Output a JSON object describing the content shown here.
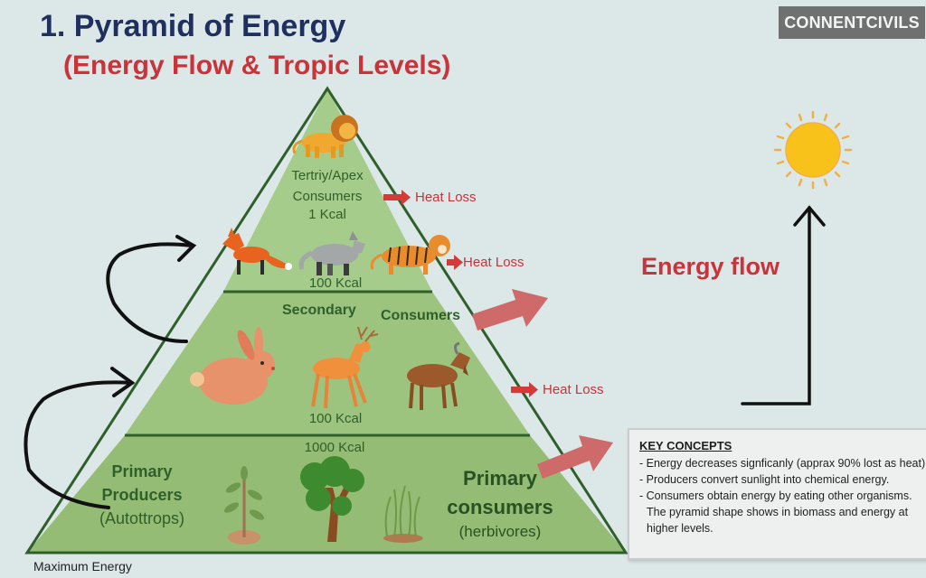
{
  "header": {
    "title": "1. Pyramid of Energy",
    "subtitle": "(Energy Flow & Tropic Levels)",
    "brand": "CONNENTCIVILS"
  },
  "pyramid": {
    "levels": [
      {
        "id": "tertiary",
        "label_lines": [
          "Tertriy/Apex",
          "Consumers"
        ],
        "energy": "1 Kcal",
        "organisms": [
          "lion"
        ]
      },
      {
        "id": "upper-secondary",
        "energy": "100 Kcal",
        "organisms": [
          "fox",
          "wolf",
          "tiger"
        ]
      },
      {
        "id": "secondary",
        "label_left": "Secondary",
        "label_right": "Consumers",
        "energy": "100 Kcal",
        "organisms": [
          "rabbit",
          "deer",
          "goat"
        ]
      },
      {
        "id": "primary",
        "energy": "1000 Kcal",
        "producer_lines": [
          "Primary",
          "Producers",
          "(Autottrops)"
        ],
        "consumer_lines": [
          "Primary",
          "consumers",
          "(herbivores)"
        ],
        "organisms": [
          "sapling",
          "tree",
          "seagrass"
        ]
      }
    ],
    "heat_loss": [
      "Heat Loss",
      "Heat Loss",
      "Heat Loss"
    ],
    "base_label": "Maximum Energy",
    "fill_colors": [
      "#a5cc8a",
      "#9cc47f",
      "#94bc74"
    ],
    "outline_color": "#2f5f2a"
  },
  "energy_flow": {
    "label": "Energy flow",
    "sun_color": "#f9c21b",
    "ray_color": "#efb049"
  },
  "key_concepts": {
    "title": "KEY CONCEPTS",
    "items": [
      "- Energy decreases signficanly (apprax 90% lost as heat)",
      "- Producers convert sunlight into chemical energy.",
      "- Consumers obtain energy by eating other organisms."
    ],
    "continuation": [
      "The pyramid shape shows in biomass and energy at",
      "higher levels."
    ]
  },
  "colors": {
    "background": "#dce7e8",
    "title": "#1f2f5e",
    "accent_red": "#c9333a",
    "block_arrow": "#cf6a6a"
  }
}
